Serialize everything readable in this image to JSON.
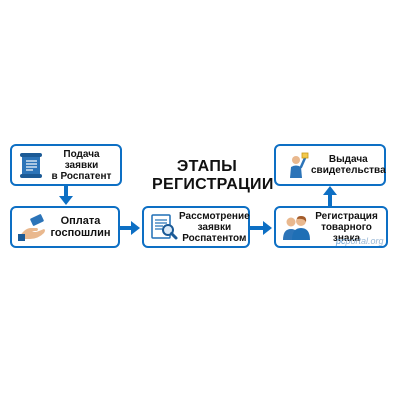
{
  "diagram": {
    "title": "ЭТАПЫ\nРЕГИСТРАЦИИ",
    "steps": [
      {
        "label": "Подача заявки\nв Роспатент",
        "icon": "document-scroll-icon"
      },
      {
        "label": "Оплата\nгоспошлин",
        "icon": "hand-paying-card-icon"
      },
      {
        "label": "Рассмотрение\nзаявки\nРоспатентом",
        "icon": "document-magnifier-icon"
      },
      {
        "label": "Регистрация\nтоварного\nзнака",
        "icon": "people-icon"
      },
      {
        "label": "Выдача\nсвидетельства",
        "icon": "award-person-icon"
      }
    ],
    "colors": {
      "accent": "#0d6fc4",
      "icon_blue": "#1f6fb5",
      "text": "#111111"
    }
  },
  "watermark": {
    "prefix": "pc",
    "text": "portal.org"
  }
}
